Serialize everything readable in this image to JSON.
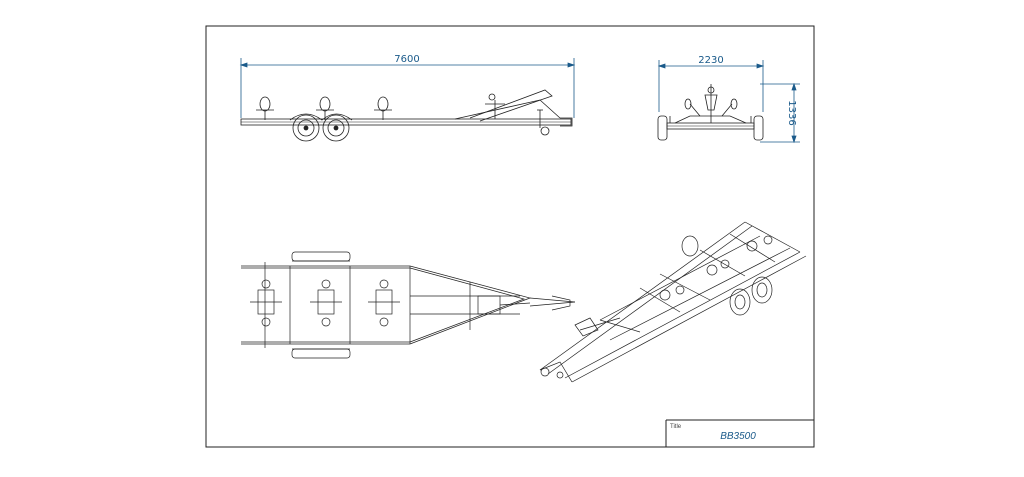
{
  "dimensions": {
    "overall_length": "7600",
    "overall_width": "2230",
    "overall_height": "1336"
  },
  "title_block": {
    "label": "Title",
    "title": "BB3500"
  },
  "colors": {
    "line": "#222222",
    "dimension": "#1a5a8a",
    "background": "#ffffff"
  }
}
